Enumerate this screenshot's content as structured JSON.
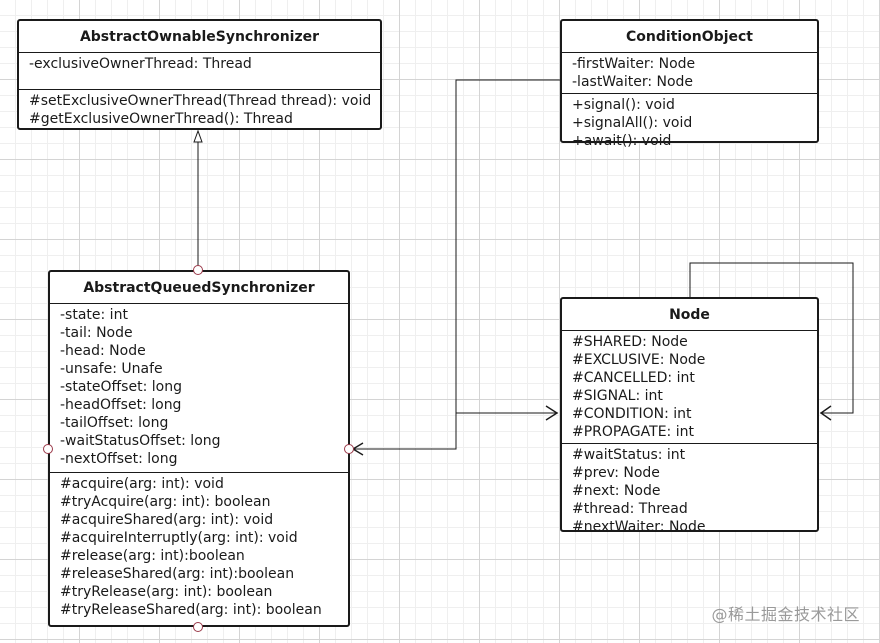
{
  "classes": {
    "aos": {
      "name": "AbstractOwnableSynchronizer",
      "attributes": [
        "-exclusiveOwnerThread: Thread"
      ],
      "methods": [
        "#setExclusiveOwnerThread(Thread thread): void",
        "#getExclusiveOwnerThread(): Thread"
      ]
    },
    "co": {
      "name": "ConditionObject",
      "attributes": [
        "-firstWaiter: Node",
        "-lastWaiter: Node"
      ],
      "methods": [
        "+signal(): void",
        "+signalAll(): void",
        "+await(): void"
      ]
    },
    "aqs": {
      "name": "AbstractQueuedSynchronizer",
      "attributes": [
        "-state: int",
        "-tail: Node",
        "-head: Node",
        "-unsafe: Unafe",
        "-stateOffset: long",
        "-headOffset: long",
        "-tailOffset: long",
        "-waitStatusOffset: long",
        "-nextOffset: long"
      ],
      "methods": [
        "#acquire(arg: int): void",
        "#tryAcquire(arg: int): boolean",
        "#acquireShared(arg: int): void",
        "#acquireInterruptly(arg: int): void",
        "#release(arg: int):boolean",
        "#releaseShared(arg: int):boolean",
        "#tryRelease(arg: int): boolean",
        "#tryReleaseShared(arg: int): boolean"
      ]
    },
    "node": {
      "name": "Node",
      "constants": [
        "#SHARED: Node",
        "#EXCLUSIVE: Node",
        "#CANCELLED: int",
        "#SIGNAL: int",
        "#CONDITION: int",
        "#PROPAGATE: int"
      ],
      "fields": [
        "#waitStatus: int",
        "#prev: Node",
        "#next: Node",
        "#thread: Thread",
        "#nextWaiter: Node"
      ]
    }
  },
  "relations": [
    {
      "from": "AbstractQueuedSynchronizer",
      "to": "AbstractOwnableSynchronizer",
      "kind": "generalization"
    },
    {
      "from": "ConditionObject",
      "to": "AbstractQueuedSynchronizer",
      "kind": "association"
    },
    {
      "from": "Node",
      "to": "AbstractQueuedSynchronizer",
      "kind": "association"
    },
    {
      "from": "AbstractQueuedSynchronizer",
      "to": "Node",
      "kind": "association"
    },
    {
      "from": "Node",
      "to": "Node",
      "kind": "self-association"
    }
  ],
  "watermark": "@稀土掘金技术社区",
  "colors": {
    "line": "#1a1a1a",
    "connector": "#9b3a4a",
    "grid": "#d4d4d4",
    "watermark": "#9a9a9a"
  }
}
